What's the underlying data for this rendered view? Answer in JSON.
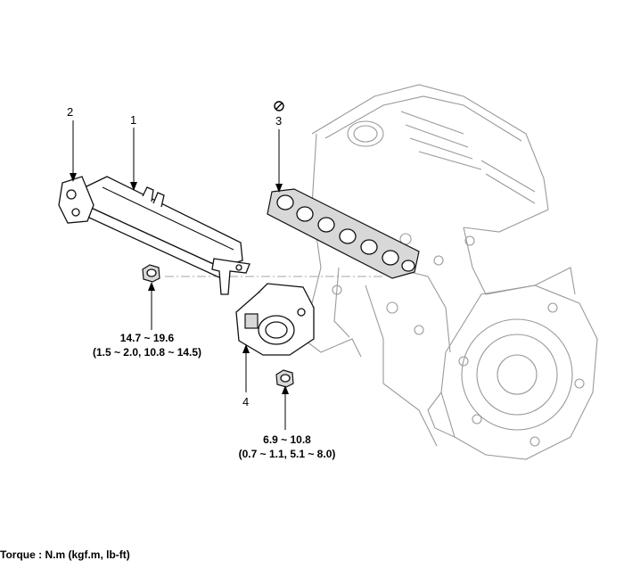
{
  "callouts": {
    "c1": "1",
    "c2": "2",
    "c3": "3",
    "c4": "4"
  },
  "torque_upper": {
    "line1": "14.7 ~ 19.6",
    "line2": "(1.5 ~ 2.0, 10.8 ~ 14.5)"
  },
  "torque_lower": {
    "line1": "6.9 ~ 10.8",
    "line2": "(0.7 ~ 1.1, 5.1 ~ 8.0)"
  },
  "footer": {
    "torque_units": "Torque : N.m (kgf.m, lb-ft)"
  },
  "icons": {
    "no_reuse": "no-reuse-icon"
  }
}
